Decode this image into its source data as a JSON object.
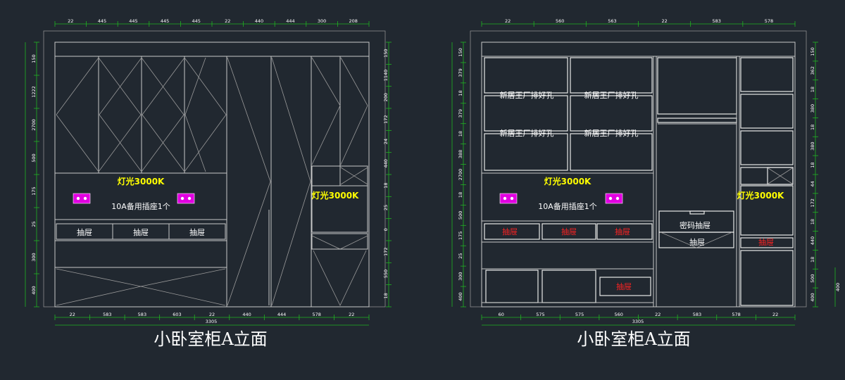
{
  "left": {
    "title": "小卧室柜A立面",
    "light_main": "灯光3000K",
    "light_side": "灯光3000K",
    "socket_note": "10A备用插座1个",
    "drawers": [
      "抽屉",
      "抽屉",
      "抽屉"
    ],
    "top_dims": [
      "22",
      "445",
      "445",
      "445",
      "445",
      "22",
      "440",
      "444",
      "300",
      "208"
    ],
    "bottom_dims": [
      "22",
      "583",
      "583",
      "603",
      "22",
      "440",
      "444",
      "578",
      "22"
    ],
    "total_width": "3305",
    "left_dims": [
      "150",
      "1222",
      "2700",
      "500",
      "175",
      "25",
      "300",
      "400"
    ],
    "right_dims": [
      "150",
      "1140",
      "200",
      "172",
      "24",
      "440",
      "18",
      "25",
      "0",
      "172",
      "550",
      "18"
    ]
  },
  "right": {
    "title": "小卧室柜A立面",
    "light_main": "灯光3000K",
    "light_side": "灯光3000K",
    "socket_note": "10A备用插座1个",
    "notes": [
      "新居王厂排好孔",
      "新居王厂排好孔",
      "新居王厂排好孔",
      "新居王厂排好孔"
    ],
    "drawers_red": [
      "抽屉",
      "抽屉",
      "抽屉",
      "抽屉",
      "抽屉"
    ],
    "drawer_white": "抽屉",
    "drawer_white2": "密码抽屉",
    "top_dims": [
      "22",
      "560",
      "563",
      "22",
      "583",
      "578"
    ],
    "bottom_dims": [
      "60",
      "575",
      "575",
      "560",
      "22",
      "583",
      "578",
      "22"
    ],
    "total_width": "3305",
    "left_dims": [
      "150",
      "379",
      "18",
      "379",
      "18",
      "388",
      "2700",
      "18",
      "500",
      "175",
      "25",
      "300",
      "400"
    ],
    "right_dims": [
      "150",
      "362",
      "18",
      "380",
      "18",
      "380",
      "18",
      "44",
      "172",
      "18",
      "440",
      "18",
      "500",
      "400"
    ],
    "far_right_dim": "400"
  },
  "colors": {
    "background": "#212830",
    "dimension_green": "#21b321",
    "light_label": "#ffff00",
    "drawer_label": "#ff2222",
    "socket": "#e100e1"
  }
}
